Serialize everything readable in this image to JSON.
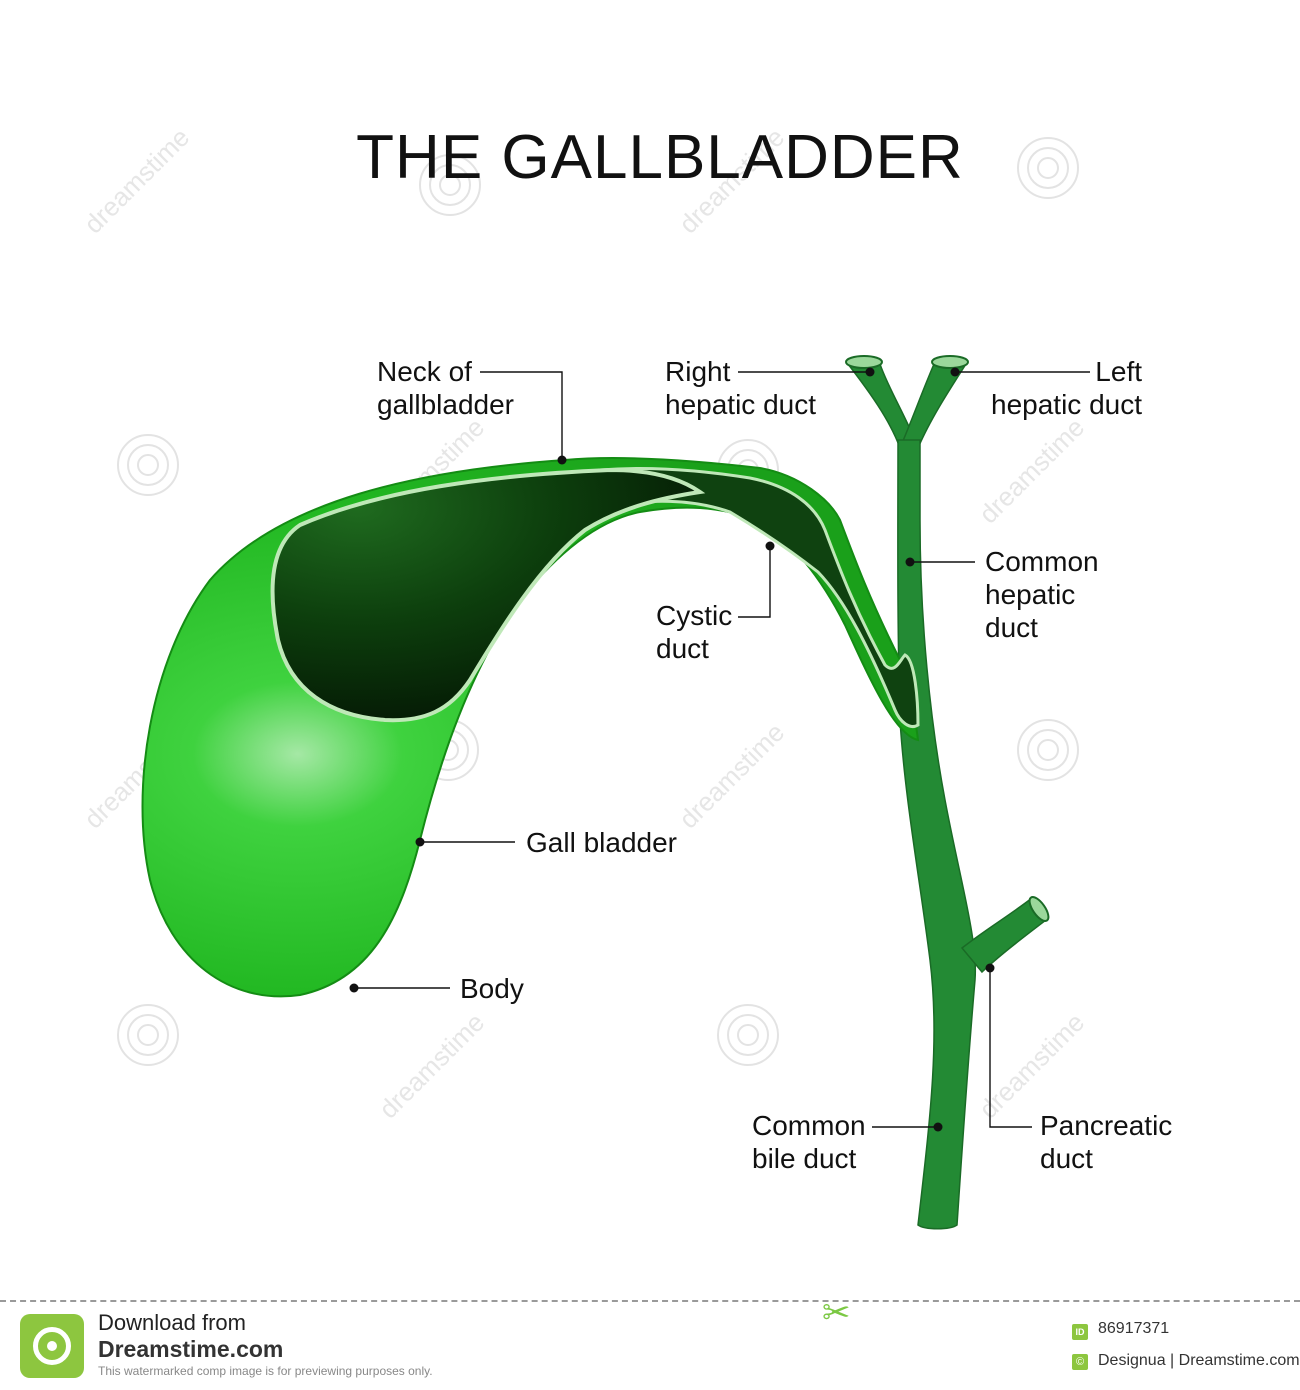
{
  "title": "THE GALLBLADDER",
  "labels": {
    "neck_line1": "Neck of",
    "neck_line2": "gallbladder",
    "right_hepatic_line1": "Right",
    "right_hepatic_line2": "hepatic duct",
    "left_hepatic_line1": "Left",
    "left_hepatic_line2": "hepatic duct",
    "common_hepatic_line1": "Common",
    "common_hepatic_line2": "hepatic",
    "common_hepatic_line3": "duct",
    "cystic_line1": "Cystic",
    "cystic_line2": "duct",
    "gall_bladder": "Gall bladder",
    "body": "Body",
    "common_bile_line1": "Common",
    "common_bile_line2": "bile duct",
    "pancreatic_line1": "Pancreatic",
    "pancreatic_line2": "duct"
  },
  "watermark": {
    "text": "dreamstime"
  },
  "footer": {
    "download_text": "Download from",
    "site": "Dreamstime.com",
    "note": "This watermarked comp image is for previewing purposes only.",
    "id_badge": "ID",
    "id_number": "86917371",
    "copyright_badge": "©",
    "credit": "Designua | Dreamstime.com"
  },
  "colors": {
    "bladder_light": "#33cc33",
    "bladder_mid": "#1fae1f",
    "duct": "#238a34",
    "lumen_dark": "#0a3a0a",
    "lining": "#bfe8b8",
    "brand_green": "#8dc63f"
  },
  "icons": [
    "scissors-icon",
    "dreamstime-logo-icon"
  ]
}
